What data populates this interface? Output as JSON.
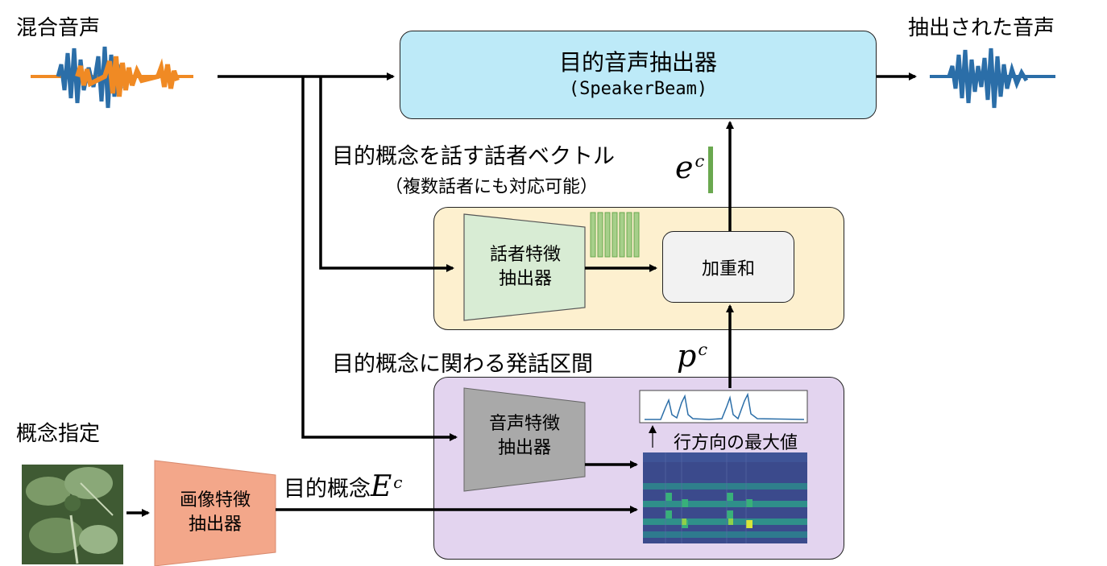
{
  "labels": {
    "mixed_audio": "混合音声",
    "extracted_audio": "抽出された音声",
    "concept_spec": "概念指定",
    "speaker_vector": "目的概念を話す話者ベクトル",
    "speaker_vector_note": "（複数話者にも対応可能）",
    "speaker_vector_symbol": "e",
    "speaker_vector_sup": "c",
    "segment_label": "目的概念に関わる発話区間",
    "segment_symbol": "p",
    "segment_sup": "c",
    "target_concept": "目的概念",
    "target_concept_symbol": "E",
    "target_concept_sup": "c",
    "row_max": "行方向の最大値"
  },
  "blocks": {
    "extractor_title": "目的音声抽出器",
    "extractor_subtitle": "(SpeakerBeam)",
    "speaker_feature": [
      "話者特徴",
      "抽出器"
    ],
    "weighted_sum": "加重和",
    "audio_feature": [
      "音声特徴",
      "抽出器"
    ],
    "image_feature": [
      "画像特徴",
      "抽出器"
    ]
  },
  "colors": {
    "extractor_fill": "#bdeaf8",
    "speaker_panel_fill": "#fdf0cf",
    "concept_panel_fill": "#e3d4ef",
    "speaker_feature_fill": "#d8ecd4",
    "audio_feature_fill": "#a9a9a9",
    "image_feature_fill": "#f3a78a",
    "wave_orange": "#f08a24",
    "wave_blue": "#2b6ea8",
    "vector_green": "#6aa84f",
    "heatmap_bg": "#3b4a8c"
  }
}
